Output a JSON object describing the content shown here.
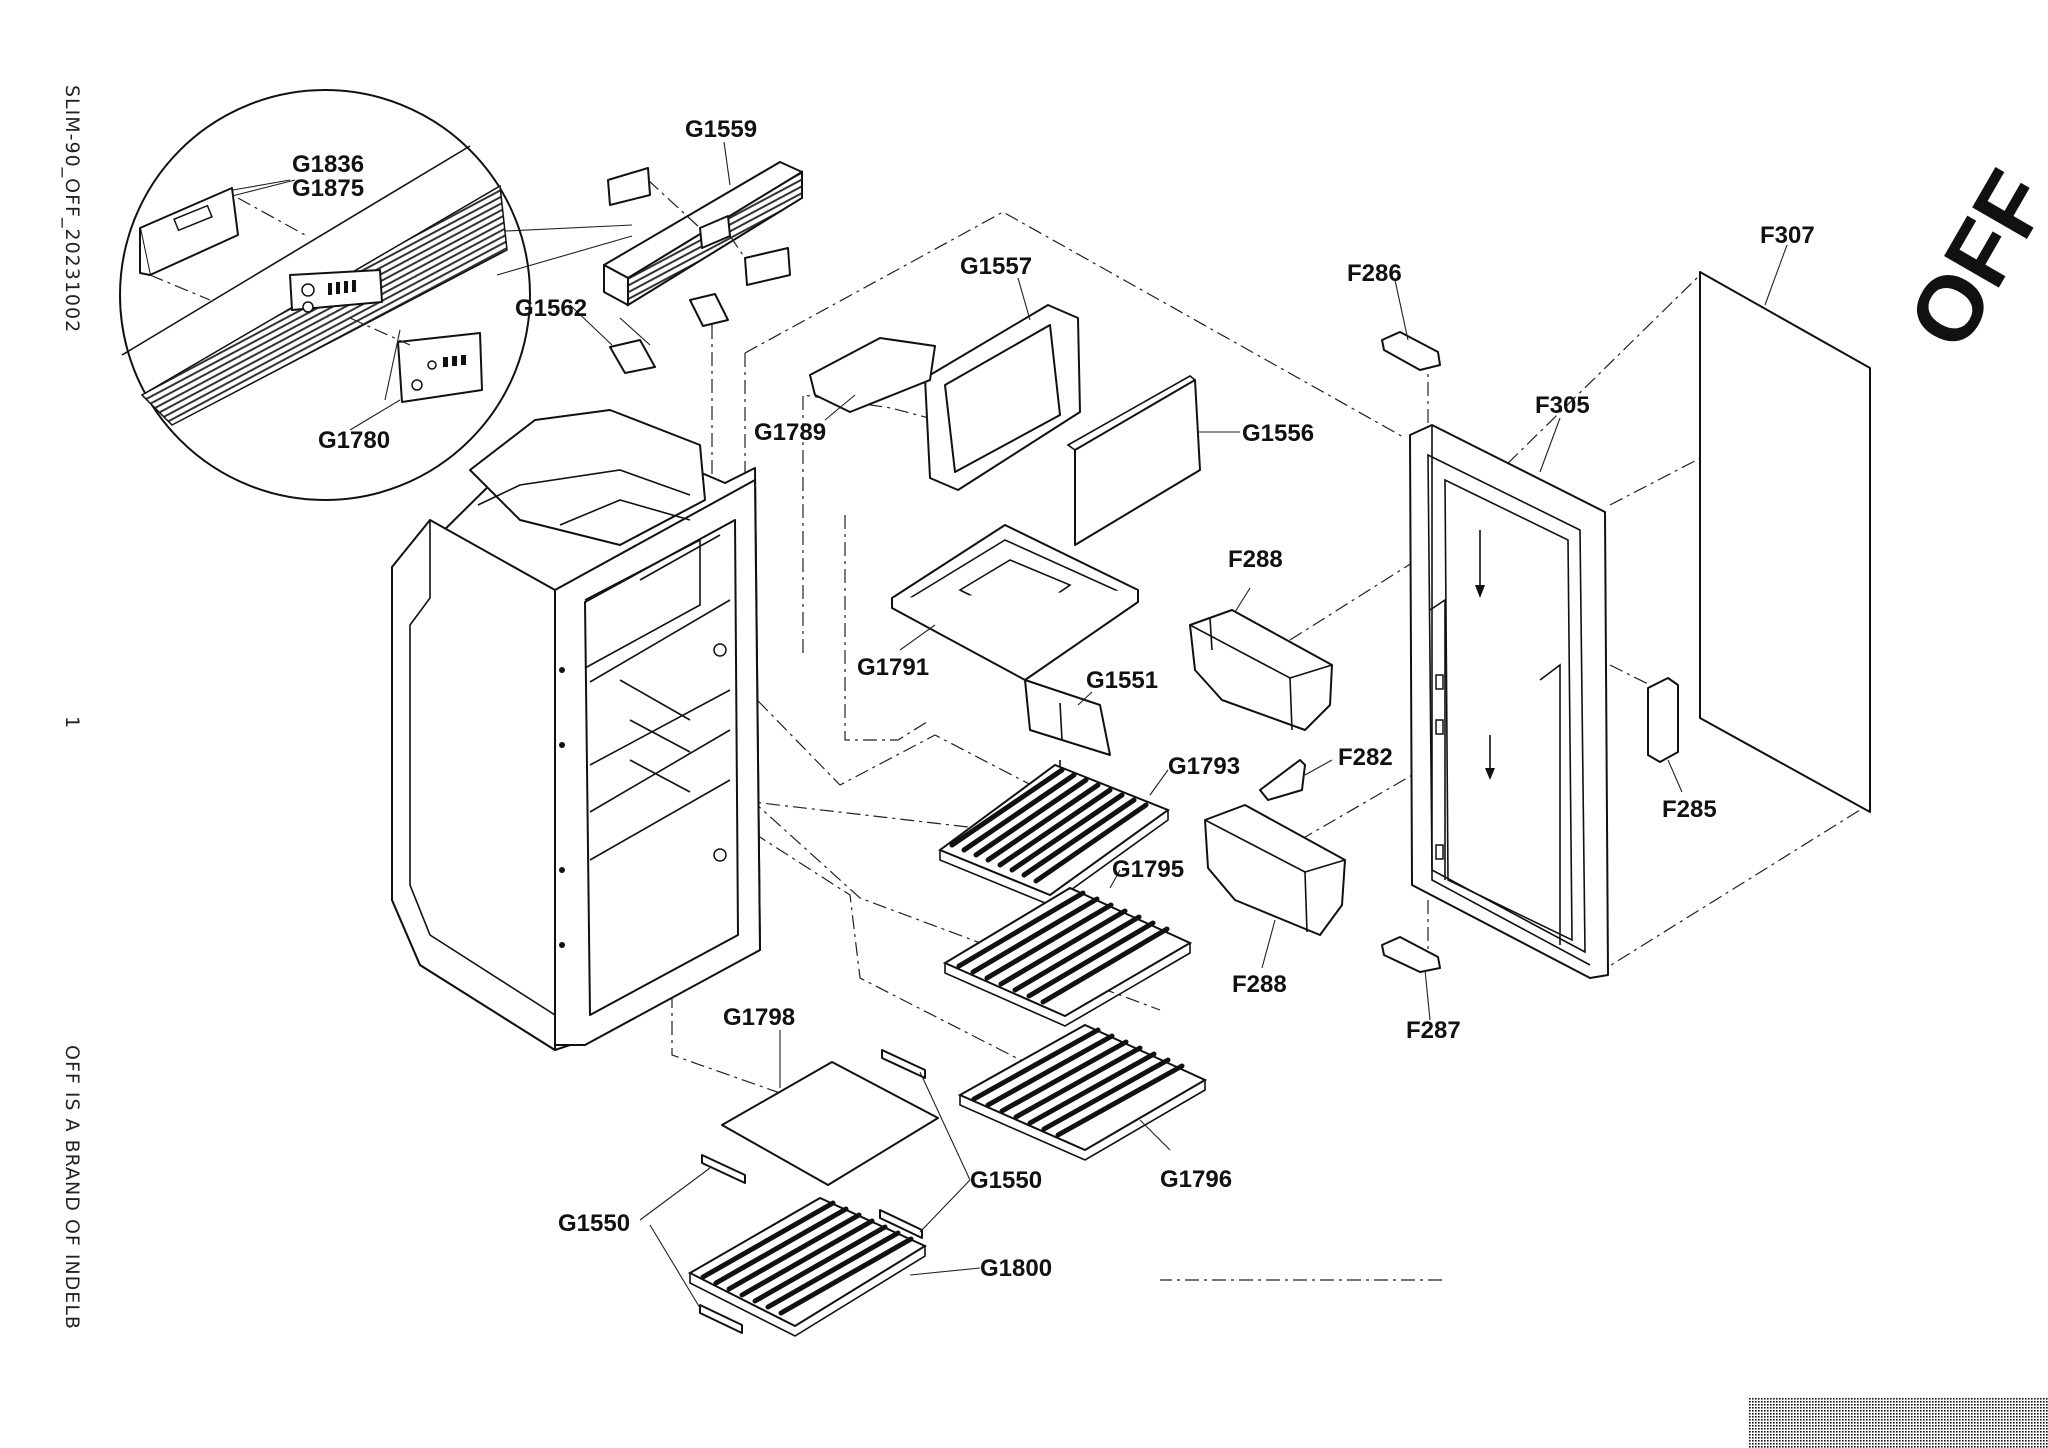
{
  "colors": {
    "ink": "#111111",
    "paper": "#ffffff"
  },
  "side_text": {
    "code": "SLIM-90_OFF_20231002",
    "page": "1",
    "brand": "OFF IS A BRAND OF INDELB"
  },
  "parts": {
    "G1559": "G1559",
    "G1836": "G1836",
    "G1875": "G1875",
    "G1562": "G1562",
    "G1780": "G1780",
    "G1557": "G1557",
    "G1789": "G1789",
    "G1556": "G1556",
    "G1791": "G1791",
    "G1551": "G1551",
    "G1793": "G1793",
    "G1795": "G1795",
    "G1796": "G1796",
    "G1798": "G1798",
    "G1550a": "G1550",
    "G1550b": "G1550",
    "G1800": "G1800",
    "F307": "F307",
    "F286": "F286",
    "F305": "F305",
    "F288a": "F288",
    "F288b": "F288",
    "F282": "F282",
    "F285": "F285",
    "F287": "F287"
  },
  "logo_text": "OFF"
}
